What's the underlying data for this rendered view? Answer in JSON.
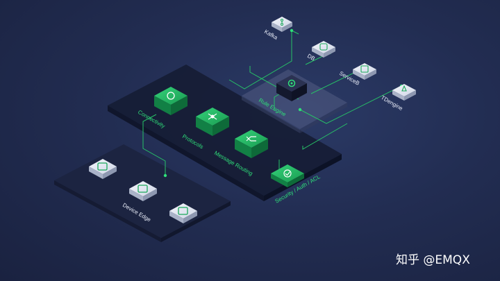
{
  "diagram": {
    "device_edge_label": "Device Edge",
    "core_blocks": [
      {
        "label": "Connectivity",
        "icon": "cycle-arrows-icon"
      },
      {
        "label": "Protocols",
        "icon": "network-hub-icon"
      },
      {
        "label": "Message Routing",
        "icon": "shuffle-icon"
      },
      {
        "label": "Security / Auth / ACL",
        "icon": "shield-check-icon"
      }
    ],
    "rule_engine_label": "Rule Engine",
    "integrations": [
      {
        "label": "Kafka",
        "icon": "kafka-icon"
      },
      {
        "label": "DB",
        "icon": "database-icon"
      },
      {
        "label": "ServiceB",
        "icon": "service-icon"
      },
      {
        "label": "TDengine",
        "icon": "tdengine-icon"
      }
    ]
  },
  "watermark": "知乎 @EMQX",
  "colors": {
    "background": "#222d52",
    "accent_green": "#2fe07a",
    "block_green": "#1aa85a",
    "platform": "#1c2440"
  }
}
